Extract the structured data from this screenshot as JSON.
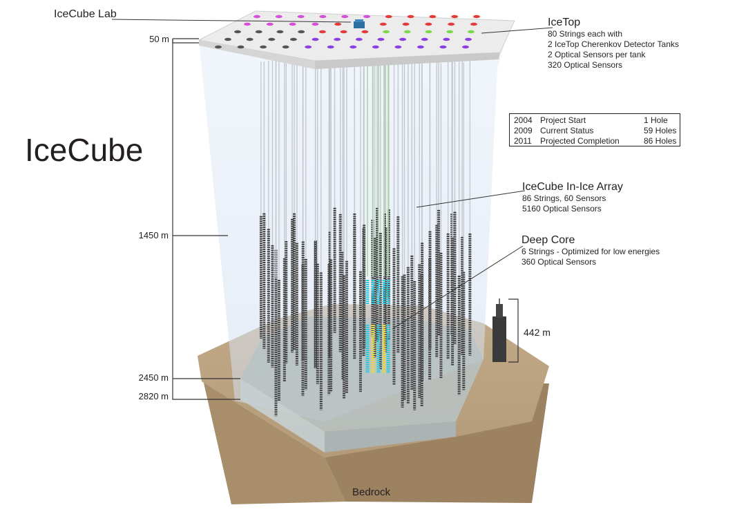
{
  "title": "IceCube",
  "icecube_lab": "IceCube Lab",
  "depths": {
    "d50": "50 m",
    "d1450": "1450 m",
    "d2450": "2450 m",
    "d2820": "2820 m"
  },
  "tower_height": "442 m",
  "bedrock": "Bedrock",
  "icetop": {
    "title": "IceTop",
    "lines": [
      "80 Strings each with",
      "2 IceTop Cherenkov Detector Tanks",
      "2 Optical Sensors per tank",
      "320 Optical Sensors"
    ]
  },
  "timeline": [
    {
      "year": "2004",
      "desc": "Project Start",
      "holes": "1 Hole"
    },
    {
      "year": "2009",
      "desc": "Current Status",
      "holes": "59 Holes"
    },
    {
      "year": "2011",
      "desc": "Projected Completion",
      "holes": "86 Holes"
    }
  ],
  "inice": {
    "title": "IceCube In-Ice Array",
    "lines": [
      "86 Strings, 60 Sensors",
      "5160 Optical Sensors"
    ]
  },
  "deepcore": {
    "title": "Deep Core",
    "lines": [
      "6 Strings - Optimized for low energies",
      "360 Optical Sensors"
    ]
  },
  "colors": {
    "ground_top": "#bfa888",
    "ground_side": "#a58b69",
    "ice_block": "#b9c4c7",
    "surface": "#ececec",
    "ice_volume": "#dfe9f7",
    "dom": "#3f3f3f",
    "deepcore": "#37c8d8"
  }
}
